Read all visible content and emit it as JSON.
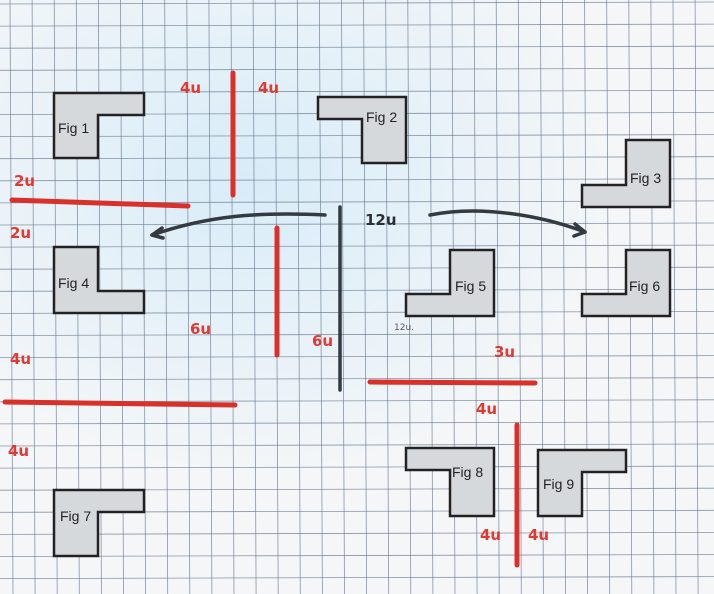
{
  "figures": [
    {
      "label": "Fig 1"
    },
    {
      "label": "Fig 2"
    },
    {
      "label": "Fig 3"
    },
    {
      "label": "Fig 4"
    },
    {
      "label": "Fig 5"
    },
    {
      "label": "Fig 6"
    },
    {
      "label": "Fig 7"
    },
    {
      "label": "Fig 8"
    },
    {
      "label": "Fig 9"
    }
  ],
  "annotations": {
    "top_left": "4u",
    "top_right": "4u",
    "left_upper_a": "2u",
    "left_upper_b": "2u",
    "middle_6u_a": "6u",
    "middle_6u_b": "6u",
    "center_12u": "12u",
    "faint_12u": "12u.",
    "right_3u": "3u",
    "right_4u": "4u",
    "left_lower_a": "4u",
    "left_lower_b": "4u",
    "bottom_a": "4u",
    "bottom_b": "4u"
  },
  "colors": {
    "grid": "#5a6e86",
    "red": "#d9302a",
    "figure_fill": "#d6d9dc"
  }
}
